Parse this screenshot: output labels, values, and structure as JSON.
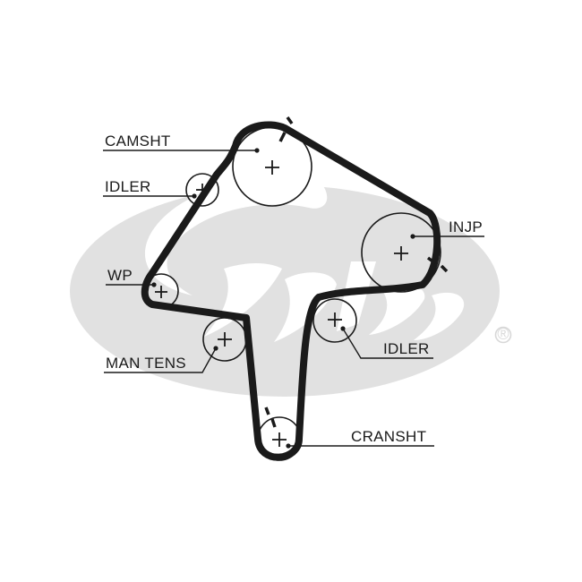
{
  "labels": {
    "camsht": "CAMSHT",
    "idler_top": "IDLER",
    "wp": "WP",
    "man_tens": "MAN TENS",
    "injp": "INJP",
    "idler_right": "IDLER",
    "cransht": "CRANSHT"
  },
  "watermark": {
    "brand": "Gates",
    "registered_mark": "®"
  },
  "colors": {
    "ink": "#1a1a1a",
    "watermark": "#e1e1e1"
  }
}
